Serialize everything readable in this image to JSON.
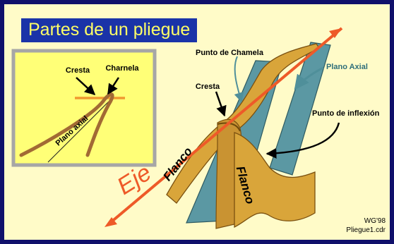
{
  "title": "Partes de un pliegue",
  "colors": {
    "border": "#10106b",
    "background": "#fffbc8",
    "title_bg": "#1a33a8",
    "title_text": "#ffff66",
    "fold_gold": "#d9a53a",
    "fold_dark": "#9c6a14",
    "axial_plane": "#5b98a3",
    "axis_arrow": "#ee5a28",
    "inset_bg": "#ffff77",
    "inset_border": "#a6a6a6",
    "inset_fold": "#a26a34",
    "inset_axis_line": "#f09930"
  },
  "inset": {
    "label_cresta": "Cresta",
    "label_charnela": "Charnela",
    "label_plano_axial": "Plano axial"
  },
  "labels": {
    "punto_chamela": "Punto de Chamela",
    "plano_axial": "Plano Axial",
    "cresta": "Cresta",
    "punto_inflexion": "Punto de inflexión",
    "flanco_left": "Flanco",
    "flanco_right": "Flanco",
    "eje": "Eje"
  },
  "credits": {
    "author": "WG'98",
    "file": "Pliegue1.cdr"
  }
}
